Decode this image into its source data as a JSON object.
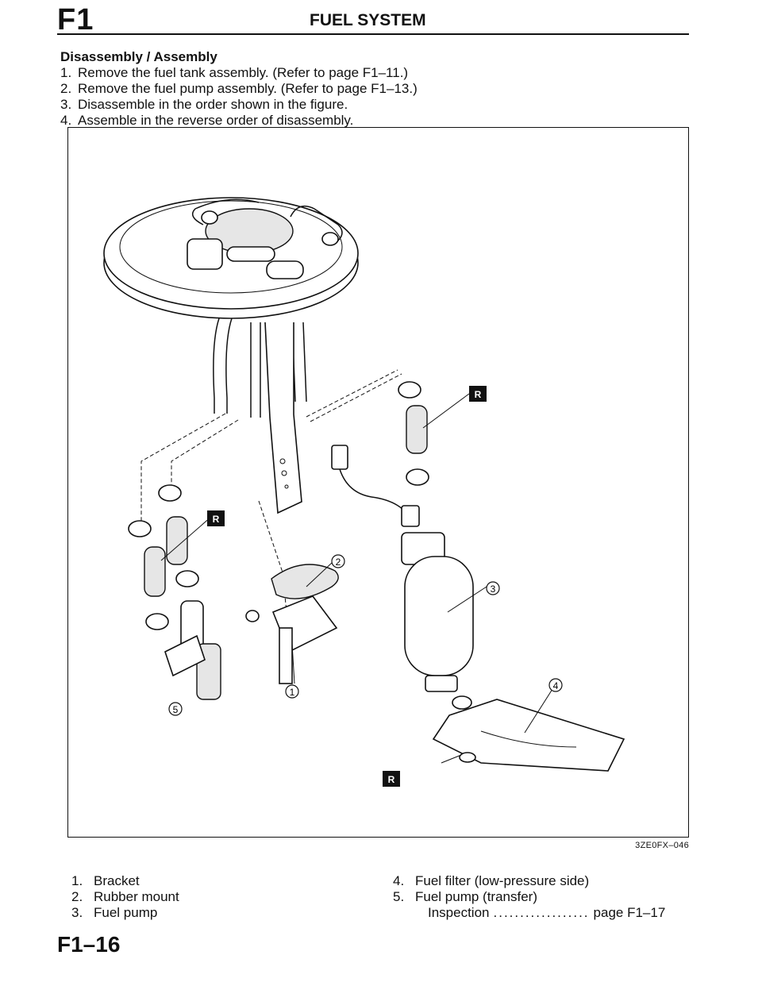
{
  "header": {
    "section_code": "F1",
    "title": "FUEL SYSTEM"
  },
  "procedure": {
    "heading": "Disassembly / Assembly",
    "steps": [
      {
        "n": "1.",
        "text": "Remove the fuel tank assembly. (Refer to page F1–11.)"
      },
      {
        "n": "2.",
        "text": "Remove the fuel pump assembly.  (Refer to page F1–13.)"
      },
      {
        "n": "3.",
        "text": "Disassemble in the order shown in the figure."
      },
      {
        "n": "4.",
        "text": "Assemble in the reverse order of disassembly."
      }
    ]
  },
  "figure": {
    "code": "3ZE0FX–046",
    "callouts": [
      "1",
      "2",
      "3",
      "4",
      "5"
    ],
    "replace_mark": "R"
  },
  "legend": {
    "left": [
      {
        "n": "1.",
        "text": "Bracket"
      },
      {
        "n": "2.",
        "text": "Rubber mount"
      },
      {
        "n": "3.",
        "text": "Fuel pump"
      }
    ],
    "right": [
      {
        "n": "4.",
        "text": "Fuel filter (low-pressure side)"
      },
      {
        "n": "5.",
        "text": "Fuel pump (transfer)"
      }
    ],
    "inspection": {
      "label": "Inspection",
      "dots": "..................",
      "ref": "page F1–17"
    }
  },
  "footer": {
    "page": "F1–16"
  }
}
